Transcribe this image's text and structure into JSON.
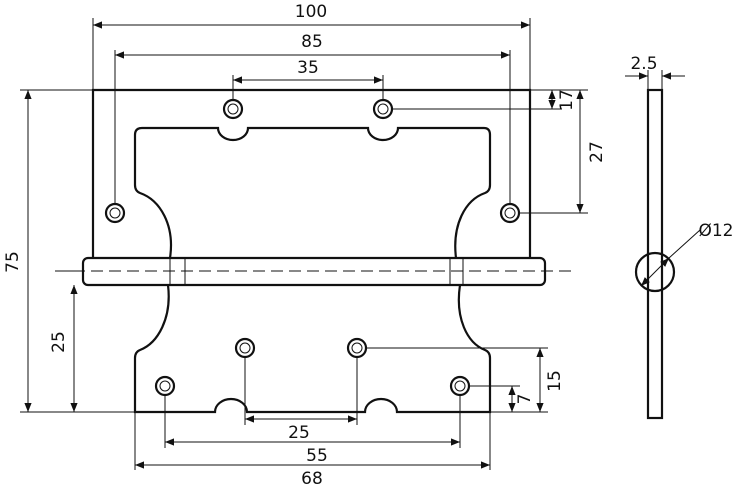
{
  "drawing": {
    "subject": "hinge",
    "stroke_color": "#111111",
    "dimensions": {
      "overall_width": "100",
      "outer_hole_spacing": "85",
      "top_hole_spacing": "35",
      "top_hole_offset": "17",
      "side_hole_offset": "27",
      "overall_height": "75",
      "bottom_leaf_height": "25",
      "bottom_inner_hole_spacing": "25",
      "bottom_outer_hole_spacing": "55",
      "bottom_leaf_width": "68",
      "bottom_inner_hole_height": "15",
      "bottom_outer_hole_height": "7",
      "thickness": "2.5",
      "knuckle_diameter": "Ø12"
    }
  }
}
